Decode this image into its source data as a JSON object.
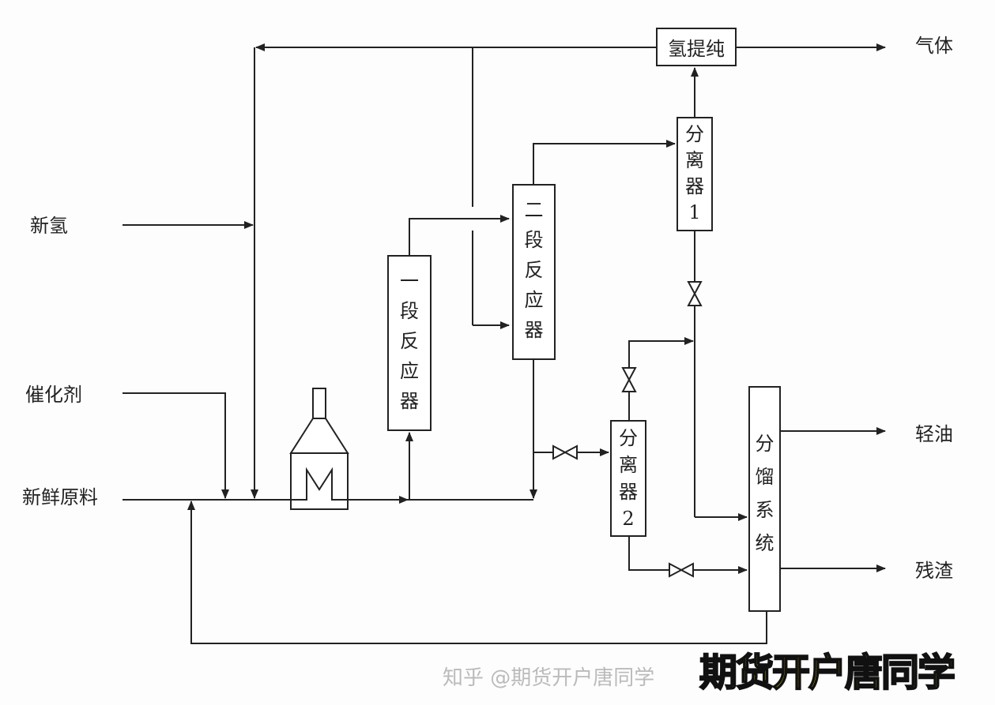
{
  "inputs": {
    "new_hydrogen": "新氢",
    "catalyst": "催化剂",
    "fresh_feed": "新鲜原料"
  },
  "outputs": {
    "gas": "气体",
    "light_oil": "轻油",
    "residue": "残渣"
  },
  "units": {
    "hydrogen_purification": "氢提纯",
    "stage1_reactor": "一段反应器",
    "stage2_reactor": "二段反应器",
    "separator1": "分离器1",
    "separator2": "分离器2",
    "fractionation": "分馏系统",
    "furnace_mark": "M"
  },
  "watermark": {
    "platform": "知乎 @期货开户唐同学",
    "brand": "期货开户唐同学"
  }
}
